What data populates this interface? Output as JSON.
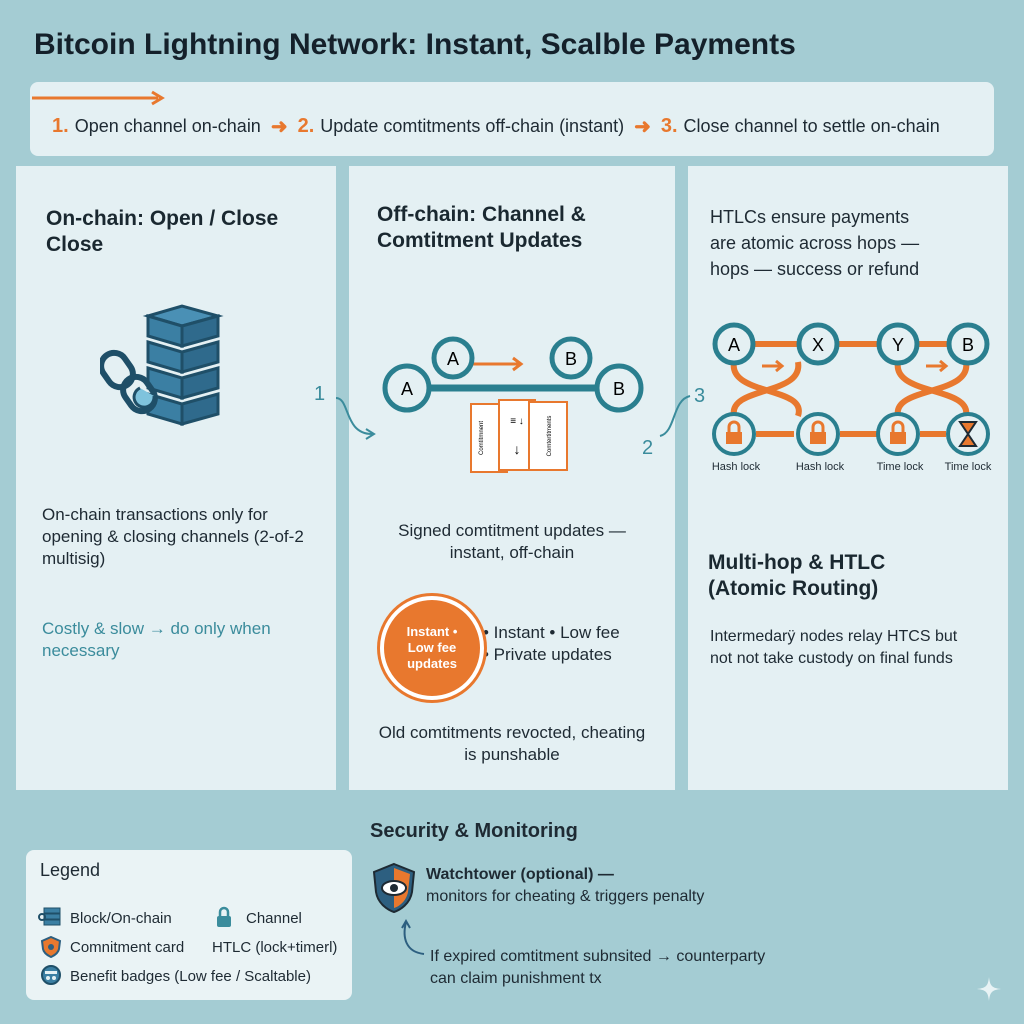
{
  "title": "Bitcoin Lightning Network: Instant, Scalble Payments",
  "steps": [
    {
      "num": "1.",
      "label": "Open channel on-chain"
    },
    {
      "num": "2.",
      "label": "Update comtitments off-chain (instant)"
    },
    {
      "num": "3.",
      "label": "Close channel to settle on-chain"
    }
  ],
  "panel1": {
    "title_line1": "On-chain: Open / Close",
    "title_line2": "Close",
    "desc_line1": "On-chain transactions only for",
    "desc_line2": "opening & closing channels (2-of-2",
    "desc_line3": "multisig)",
    "note_line1": "Costly & slow → do only when",
    "note_line2": "necessary"
  },
  "panel2": {
    "title_line1": "Off-chain: Channel &",
    "title_line2": "Comtitment Updates",
    "node_a": "A",
    "node_b": "B",
    "card_left": "Comtitmnent",
    "card_right": "Comtertitments",
    "desc_line1": "Signed comtitment updates —",
    "desc_line2": "instant, off-chain",
    "badge_line1": "Instant •",
    "badge_line2": "Low fee",
    "badge_line3": "updates",
    "bullet1": "• Instant • Low fee",
    "bullet2": "• Private updates",
    "note_line1": "Old comtitments revocted, cheating",
    "note_line2": "is punshable"
  },
  "panel3": {
    "intro_line1": "HTLCs ensure payments",
    "intro_line2": "are atomic across hops —",
    "intro_line3": "hops — success or refund",
    "nodes": [
      "A",
      "X",
      "Y",
      "B"
    ],
    "locks": [
      "Hash lock",
      "Hash lock",
      "Time lock",
      "Time lock"
    ],
    "title_line1": "Multi-hop & HTLC",
    "title_line2": "(Atomic Routing)",
    "desc_line1": "Intermedarÿ nodes relay HTCS but",
    "desc_line2": "not not take custody on final funds"
  },
  "connectors": [
    "1",
    "2",
    "3"
  ],
  "security": {
    "title": "Security & Monitoring",
    "watchtower_title": "Watchtower (optional) —",
    "watchtower_text": "monitors for cheating & triggers penalty",
    "expired_line1": "If expired comtitment subnsited → counterparty",
    "expired_line2": "can claim punishment tx"
  },
  "legend": {
    "title": "Legend",
    "block": "Block/On-chain",
    "channel": "Channel",
    "commitment": "Comnitment card",
    "htlc": "HTLC (lock+timerl)",
    "benefit": "Benefit badges (Low fee / Scaltable)"
  },
  "colors": {
    "accent": "#e8782e",
    "teal": "#3b8c9c",
    "navy": "#2d5f80",
    "background": "#a4ccd3",
    "panel": "#e4f0f3"
  }
}
